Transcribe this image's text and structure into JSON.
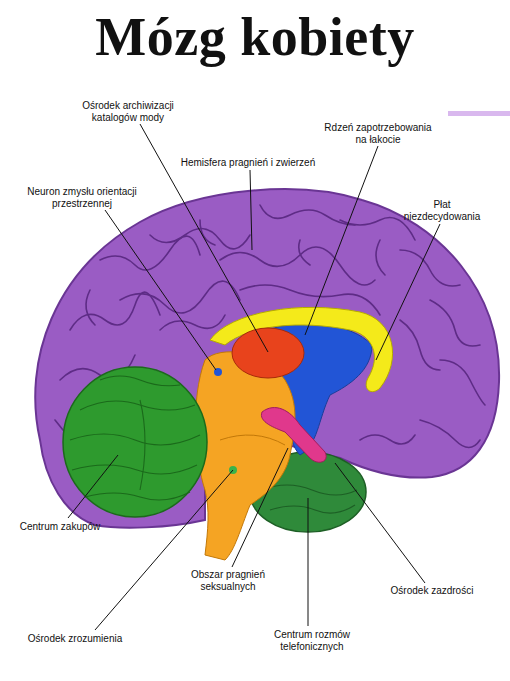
{
  "diagram": {
    "title": "Mózg kobiety",
    "labels": [
      "Ośrodek archiwizacji katalogów mody",
      "Rdzeń zapotrzebowania na łakocie",
      "Hemisfera pragnień i zwierzeń",
      "Neuron zmysłu orientacji przestrzennej",
      "Płat niezdecydowania",
      "Centrum zakupów",
      "Obszar pragnień seksualnych",
      "Ośrodek zazdrości",
      "Ośrodek zrozumienia",
      "Centrum rozmów telefonicznych"
    ]
  }
}
